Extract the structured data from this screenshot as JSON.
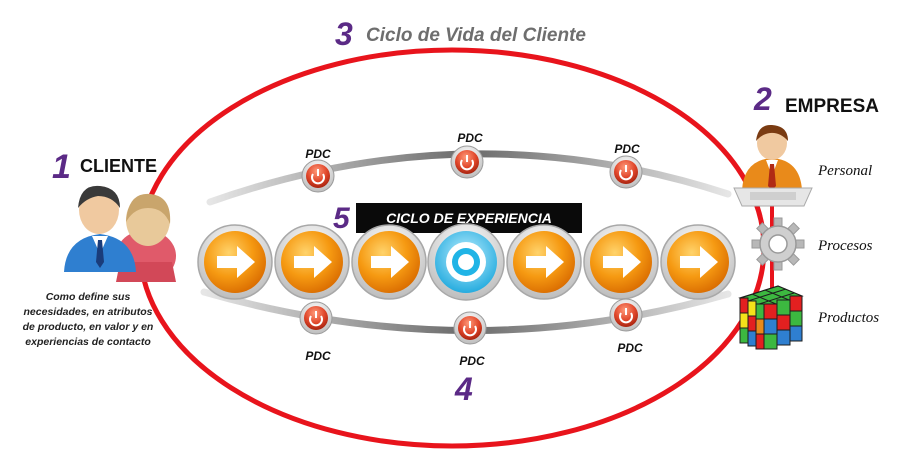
{
  "title": {
    "number": "3",
    "text": "Ciclo de Vida del Cliente"
  },
  "cliente": {
    "number": "1",
    "label": "CLIENTE",
    "description": [
      "Como define sus",
      "necesidades, en atributos",
      "de producto, en valor y en",
      "experiencias de contacto"
    ]
  },
  "empresa": {
    "number": "2",
    "label": "EMPRESA",
    "items": [
      "Personal",
      "Procesos",
      "Productos"
    ]
  },
  "experiencia": {
    "number": "5",
    "label": "CICLO DE EXPERIENCIA"
  },
  "bottom_number": "4",
  "pdc_label": "PDC",
  "colors": {
    "ellipse": "#e8141c",
    "accent_purple": "#5b2a86",
    "arrow_orange": "#f28a0c",
    "center_blue": "#20b4e6",
    "pdc_red": "#d8442a"
  },
  "icons": [
    "customers-couple-icon",
    "employee-at-desk-icon",
    "gear-icon",
    "rubik-cube-icon",
    "arrow-right-icon",
    "power-button-icon",
    "target-ring-icon"
  ]
}
